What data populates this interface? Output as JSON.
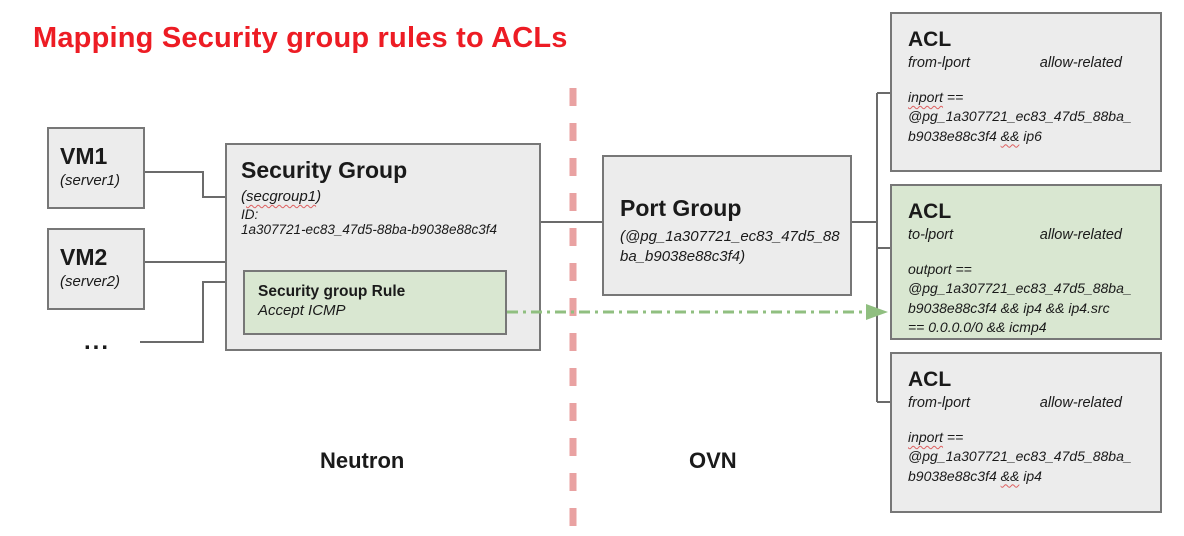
{
  "title": "Mapping Security group rules to ACLs",
  "zones": {
    "left": "Neutron",
    "right": "OVN"
  },
  "ellipsis": "...",
  "vms": [
    {
      "name": "VM1",
      "subtitle": "(server1)"
    },
    {
      "name": "VM2",
      "subtitle": "(server2)"
    }
  ],
  "security_group": {
    "title": "Security Group",
    "subtitle_lines": [
      [
        {
          "t": "("
        },
        {
          "t": "secgroup1",
          "w": true
        },
        {
          "t": ")"
        }
      ]
    ],
    "id_label": "ID:",
    "id_value": "1a307721-ec83_47d5-88ba-b9038e88c3f4",
    "rule": {
      "title": "Security group Rule",
      "detail": "Accept ICMP"
    }
  },
  "port_group": {
    "title": "Port Group",
    "subtitle_lines": [
      [
        {
          "t": "(@pg_1a307721_ec83_47d5_88"
        }
      ],
      [
        {
          "t": "ba_b9038e88c3f4)"
        }
      ]
    ]
  },
  "acls": [
    {
      "title": "ACL",
      "direction": "from-lport",
      "action": "allow-related",
      "highlighted": false,
      "match_lines": [
        [
          {
            "t": "inport",
            "w": true
          },
          {
            "t": " =="
          }
        ],
        [
          {
            "t": "@pg_1a307721_ec83_47d5_88ba_"
          }
        ],
        [
          {
            "t": "b9038e88c3f4 "
          },
          {
            "t": "&&",
            "w": true
          },
          {
            "t": " ip6"
          }
        ]
      ]
    },
    {
      "title": "ACL",
      "direction": "to-lport",
      "action": "allow-related",
      "highlighted": true,
      "match_lines": [
        [
          {
            "t": "outport =="
          }
        ],
        [
          {
            "t": "@pg_1a307721_ec83_47d5_88ba_"
          }
        ],
        [
          {
            "t": "b9038e88c3f4 && ip4 && ip4.src"
          }
        ],
        [
          {
            "t": "== 0.0.0.0/0 && icmp4"
          }
        ]
      ]
    },
    {
      "title": "ACL",
      "direction": "from-lport",
      "action": "allow-related",
      "highlighted": false,
      "match_lines": [
        [
          {
            "t": "inport",
            "w": true
          },
          {
            "t": " =="
          }
        ],
        [
          {
            "t": "@pg_1a307721_ec83_47d5_88ba_"
          }
        ],
        [
          {
            "t": "b9038e88c3f4 "
          },
          {
            "t": "&&",
            "w": true
          },
          {
            "t": " ip4"
          }
        ]
      ]
    }
  ],
  "colors": {
    "title_red": "#ed1c24",
    "box_fill": "#ececec",
    "box_border": "#777777",
    "green_fill": "#d9e7d1",
    "green_arrow": "#90bf80",
    "divider_pink": "#e9a2a2",
    "squiggle_red": "#dd5f5f",
    "connector_gray": "#6b6b6b"
  }
}
